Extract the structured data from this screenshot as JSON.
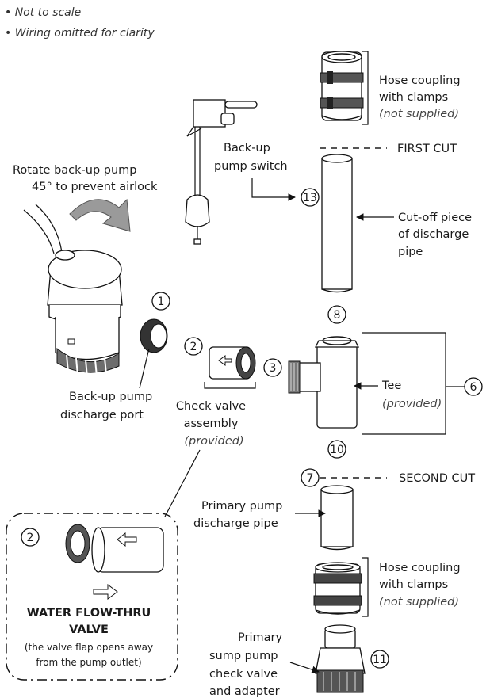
{
  "notes": [
    "• Not to scale",
    "• Wiring omitted for clarity"
  ],
  "labels": {
    "rotate_line1": "Rotate back-up pump",
    "rotate_line2": "45° to prevent airlock",
    "hose_coupling_top_line1": "Hose coupling",
    "hose_coupling_top_line2": "with clamps",
    "hose_coupling_top_line3": "(not supplied)",
    "first_cut": "FIRST CUT",
    "backup_switch_line1": "Back-up",
    "backup_switch_line2": "pump switch",
    "cutoff_line1": "Cut-off piece",
    "cutoff_line2": "of discharge",
    "cutoff_line3": "pipe",
    "discharge_port_line1": "Back-up pump",
    "discharge_port_line2": "discharge port",
    "check_valve_line1": "Check valve",
    "check_valve_line2": "assembly",
    "check_valve_line3": "(provided)",
    "tee_line1": "Tee",
    "tee_line2": "(provided)",
    "second_cut": "SECOND CUT",
    "primary_pipe_line1": "Primary pump",
    "primary_pipe_line2": "discharge pipe",
    "hose_coupling_bottom_line1": "Hose coupling",
    "hose_coupling_bottom_line2": "with clamps",
    "hose_coupling_bottom_line3": "(not supplied)",
    "primary_check_line1": "Primary",
    "primary_check_line2": "sump pump",
    "primary_check_line3": "check valve",
    "primary_check_line4": "and adapter",
    "inset_title_line1": "WATER FLOW-THRU",
    "inset_title_line2": "VALVE",
    "inset_note_line1": "(the valve flap opens away",
    "inset_note_line2": "from the pump outlet)"
  },
  "callouts": {
    "n1": "1",
    "n2": "2",
    "n3": "3",
    "n6": "6",
    "n7": "7",
    "n8": "8",
    "n10": "10",
    "n11": "11",
    "n13": "13",
    "inset_n2": "2"
  }
}
